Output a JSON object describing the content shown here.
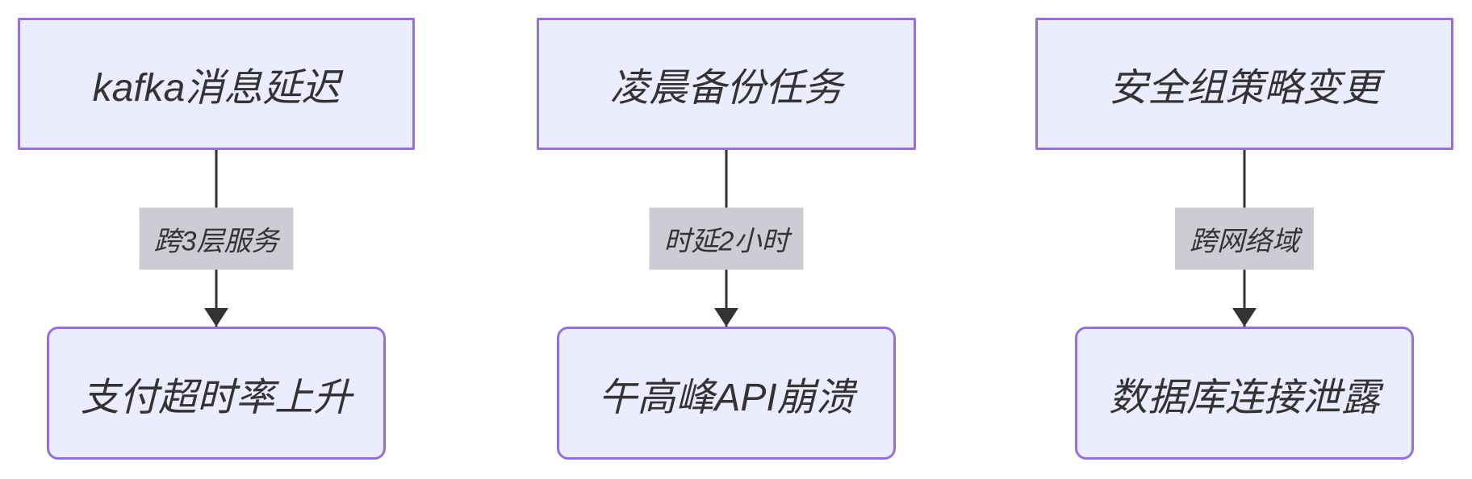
{
  "diagram": {
    "type": "flowchart",
    "direction": "top-down",
    "colors": {
      "node_fill": "#ECECFF",
      "node_border": "#9370DB",
      "edge_line": "#333333",
      "edge_label_bg": "#CCCCD4",
      "text": "#333333",
      "background": "#FFFFFF"
    },
    "flows": [
      {
        "source": "kafka消息延迟",
        "edge_label": "跨3层服务",
        "target": "支付超时率上升"
      },
      {
        "source": "凌晨备份任务",
        "edge_label": "时延2小时",
        "target": "午高峰API崩溃"
      },
      {
        "source": "安全组策略变更",
        "edge_label": "跨网络域",
        "target": "数据库连接泄露"
      }
    ]
  }
}
